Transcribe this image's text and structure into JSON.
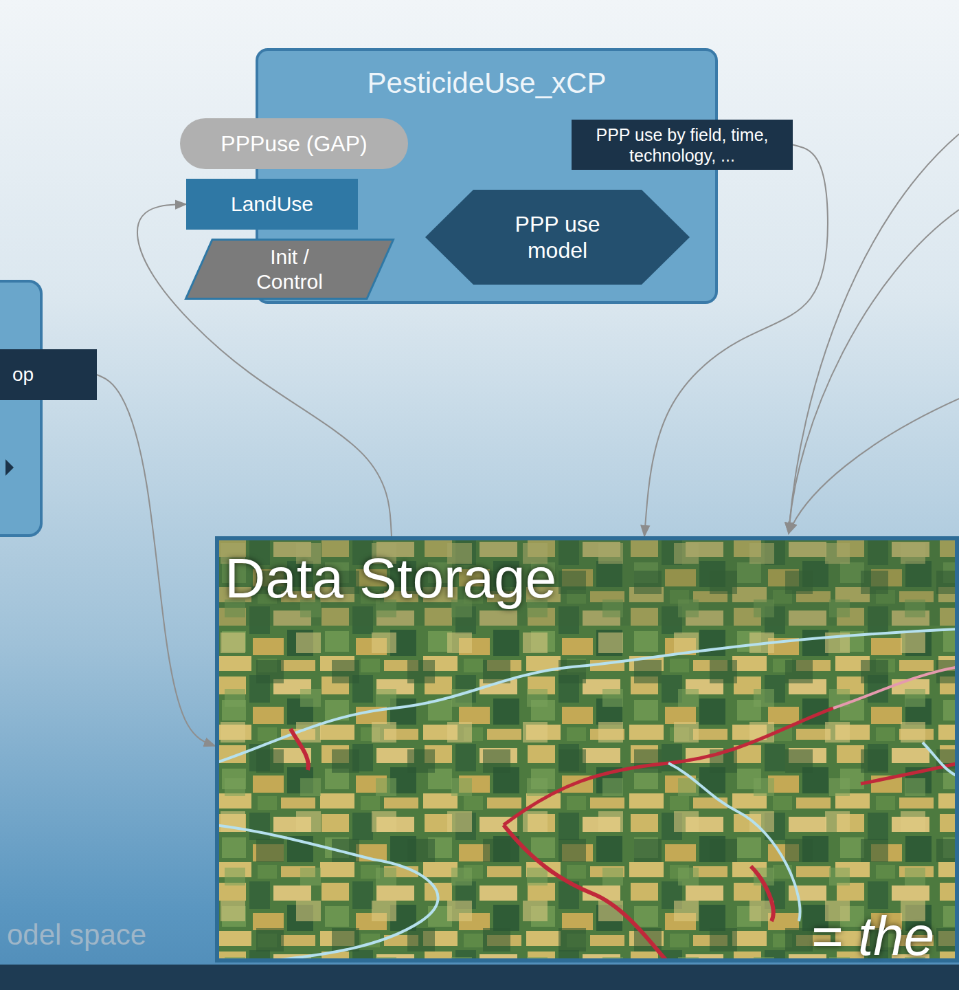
{
  "diagram": {
    "nodes": [
      {
        "text": [
          "PesticideUse_xCP"
        ]
      },
      {
        "text": [
          "PPPuse (GAP)"
        ],
        "in": 0
      },
      {
        "text": [
          "LandUse"
        ],
        "in": 0
      },
      {
        "text": [
          "Init / Control"
        ],
        "in": 0
      },
      {
        "text": [
          "PPP use model"
        ],
        "in": 0
      },
      {
        "text": [
          "PPP use by field, time, technology, ..."
        ],
        "in": 0
      },
      {
        "text": [
          "op"
        ]
      },
      {
        "text": [
          "Data Storage"
        ]
      }
    ],
    "edges": [
      {
        "from": 7,
        "to": 2,
        "arrow": "to"
      },
      {
        "from": 5,
        "to": 7,
        "arrow": "to"
      },
      {
        "from": 6,
        "to": 7,
        "arrow": "to"
      }
    ],
    "labels": [
      "= the",
      "odel space"
    ]
  }
}
